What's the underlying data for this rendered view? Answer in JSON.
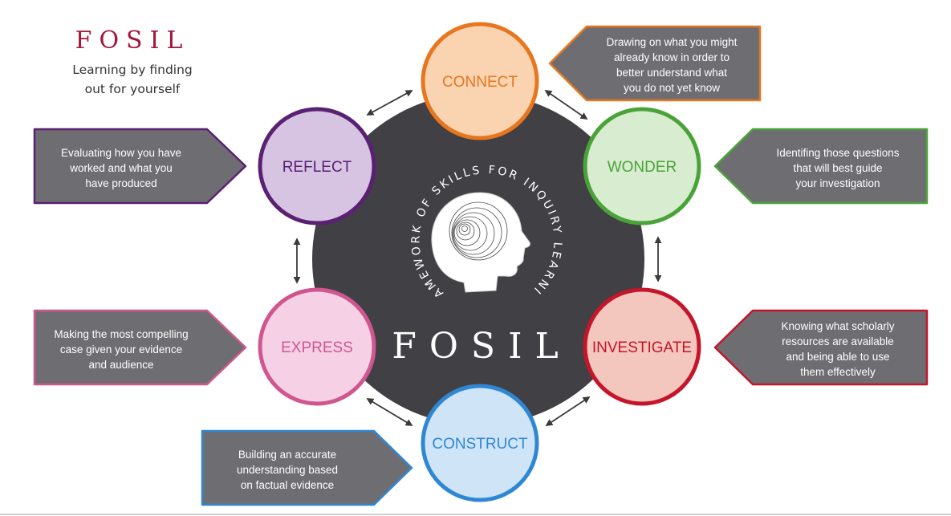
{
  "brand": {
    "title": "FOSIL",
    "subtitle_line1": "Learning by finding",
    "subtitle_line2": "out for yourself"
  },
  "center": {
    "ring_text": "FRAMEWORK OF SKILLS FOR INQUIRY LEARNING",
    "logo": "FOSIL",
    "icon": "head-spiral-icon"
  },
  "stages": {
    "connect": {
      "label": "CONNECT",
      "color": "#e8761e",
      "fill": "#fad3b1",
      "description": [
        "Drawing on what you might",
        "already know in order to",
        "better understand what",
        "you do not yet know"
      ]
    },
    "wonder": {
      "label": "WONDER",
      "color": "#4aa339",
      "fill": "#d8eccf",
      "description": [
        "Identifing those questions",
        "that will best guide",
        "your investigation"
      ]
    },
    "investigate": {
      "label": "INVESTIGATE",
      "color": "#c4152b",
      "fill": "#f3c7bd",
      "description": [
        "Knowing what scholarly",
        "resources are available",
        "and being able to use",
        "them effectively"
      ]
    },
    "construct": {
      "label": "CONSTRUCT",
      "color": "#2f87d4",
      "fill": "#cfe5f7",
      "description": [
        "Building an accurate",
        "understanding based",
        "on factual evidence"
      ]
    },
    "express": {
      "label": "EXPRESS",
      "color": "#d05690",
      "fill": "#f6d1e6",
      "description": [
        "Making the most compelling",
        "case given your evidence",
        "and audience"
      ]
    },
    "reflect": {
      "label": "REFLECT",
      "color": "#5a2172",
      "fill": "#d6c4e2",
      "description": [
        "Evaluating how you have",
        "worked and what you",
        "have produced"
      ]
    }
  },
  "colors": {
    "hub": "#414045",
    "box_fill": "#6e6e72",
    "arrow": "#3a3a3a",
    "brand": "#a3173a"
  }
}
